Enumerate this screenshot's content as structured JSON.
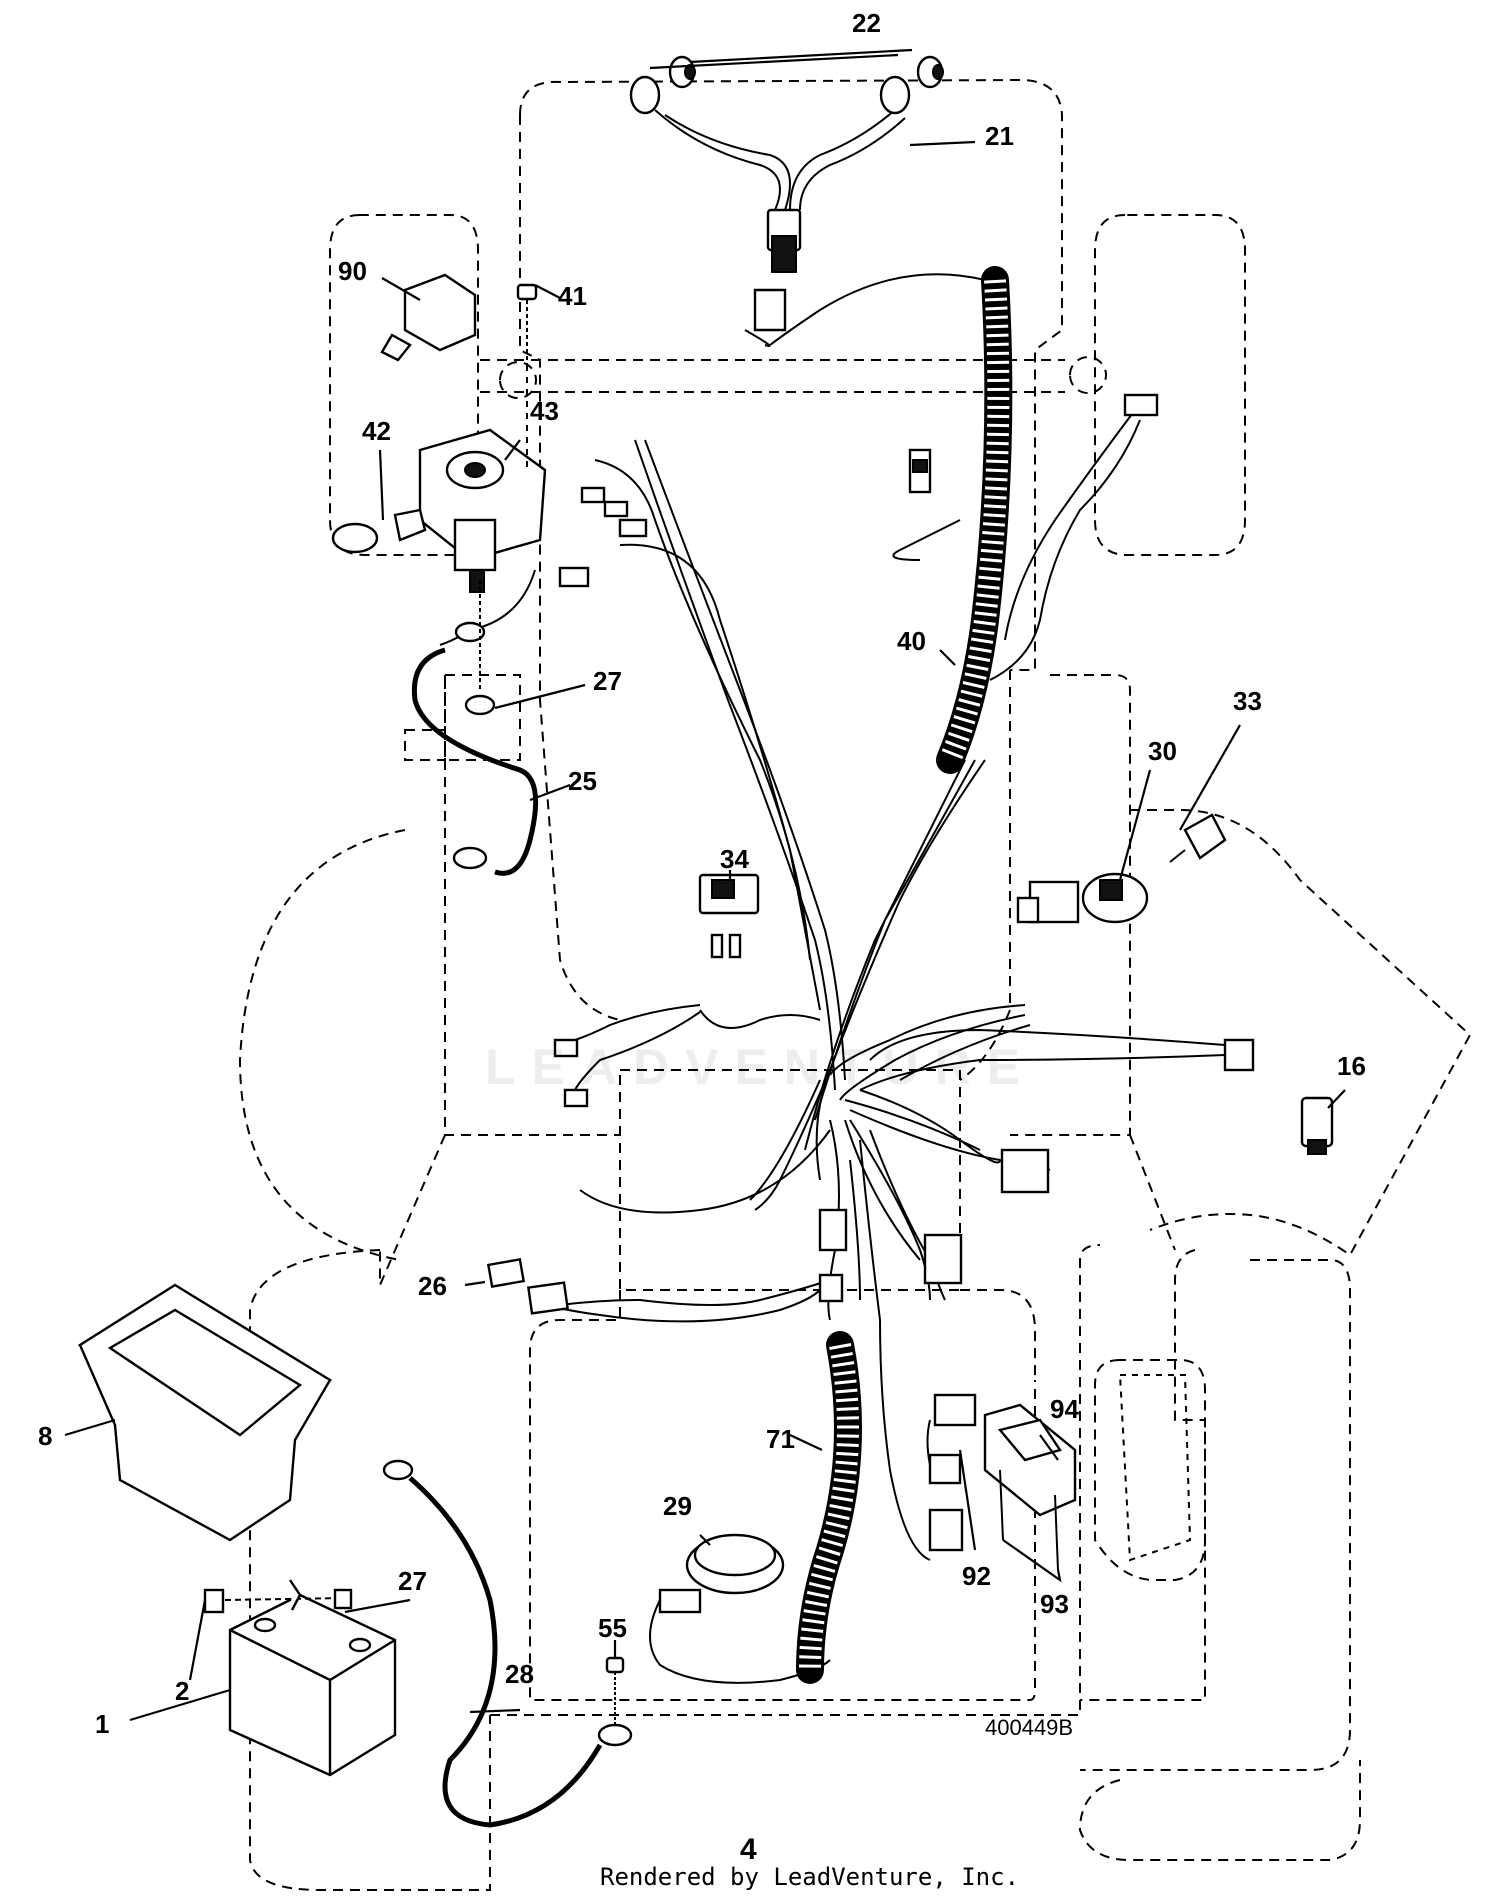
{
  "callouts": {
    "c1": "1",
    "c2": "2",
    "c8": "8",
    "c16": "16",
    "c21": "21",
    "c22": "22",
    "c25": "25",
    "c26": "26",
    "c27a": "27",
    "c27b": "27",
    "c28": "28",
    "c29": "29",
    "c30": "30",
    "c33": "33",
    "c34": "34",
    "c40": "40",
    "c41": "41",
    "c42": "42",
    "c43": "43",
    "c55": "55",
    "c71": "71",
    "c90": "90",
    "c92": "92",
    "c93": "93",
    "c94": "94"
  },
  "drawing_number": "400449B",
  "page_number": "4",
  "watermark": "LEADVENTURE",
  "footer": "Rendered by LeadVenture, Inc."
}
